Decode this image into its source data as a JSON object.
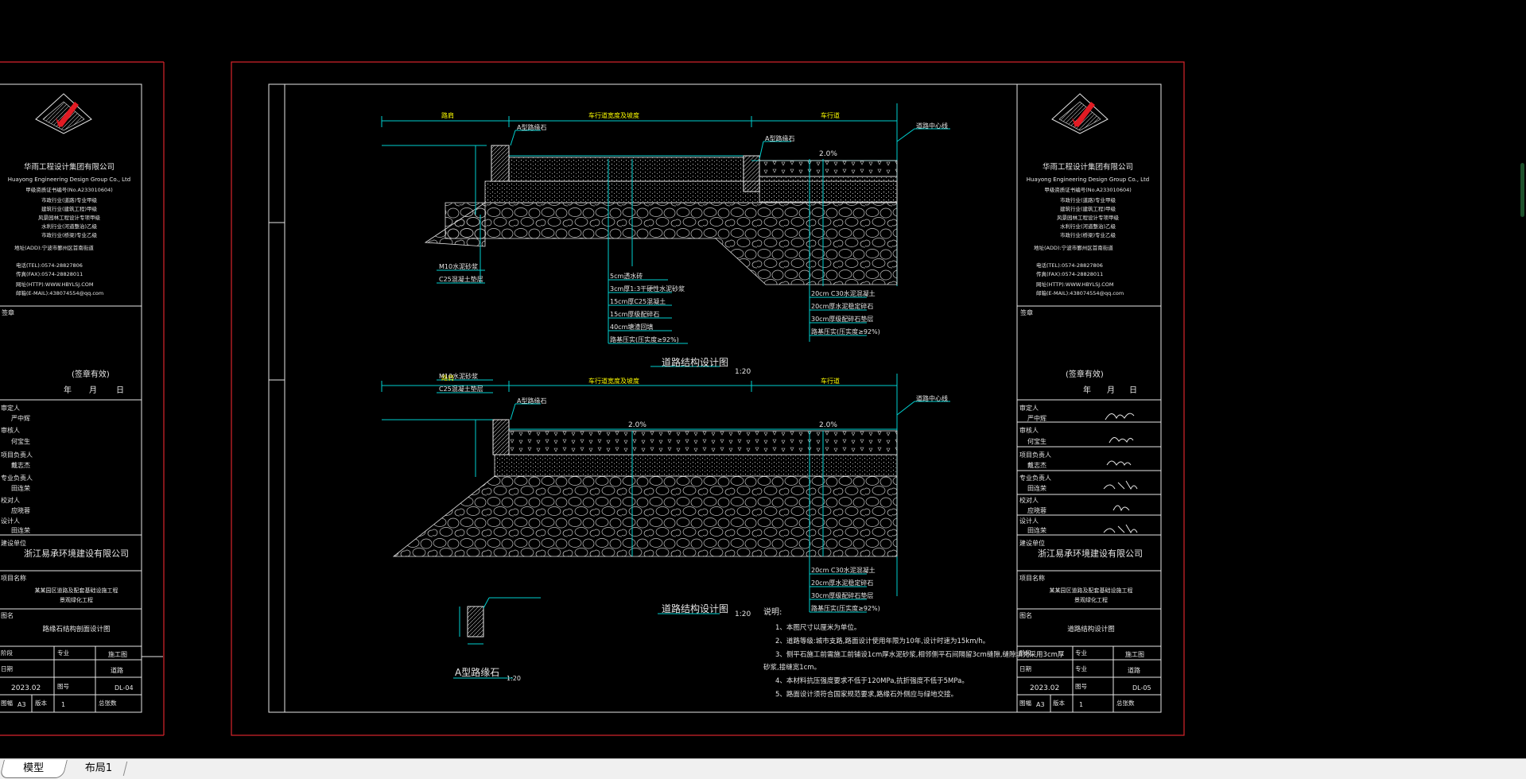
{
  "tabs": [
    {
      "label": "模型",
      "active": true
    },
    {
      "label": "布局1",
      "active": false
    }
  ],
  "drawing": {
    "section_title_1": "道路结构设计图",
    "section_title_2": "道路结构设计图",
    "scale_1": "1:20",
    "scale_2": "1:20",
    "curb_title": "A型路缘石",
    "curb_scale": "1:20",
    "curb_label_a": "A型路缘石",
    "centerline_label": "道路中心线",
    "slope_1": "2.0%",
    "slope_2": "2.0%",
    "slope_3": "2.0%",
    "dim_top_left": "路肩",
    "dim_top_mid": "车行道宽度及坡度",
    "dim_top_right": "车行道",
    "layers_left": [
      "M10水泥砂浆",
      "C25混凝土垫层"
    ],
    "layers_mid": [
      "5cm透水砖",
      "3cm厚1:3干硬性水泥砂浆",
      "15cm厚C25混凝土",
      "15cm厚级配碎石",
      "40cm塘渣回填",
      "路基压实(压实度≥92%)"
    ],
    "layers_right": [
      "20cm C30水泥混凝土",
      "20cm厚水泥稳定碎石",
      "30cm厚级配碎石垫层",
      "路基压实(压实度≥92%)"
    ],
    "notes_title": "说明:",
    "notes": [
      "1、本图尺寸以厘米为单位。",
      "2、道路等级:城市支路,路面设计使用年限为10年,设计时速为15km/h。",
      "3、侧平石施工前需施工前铺设1cm厚水泥砂浆,相邻侧平石间隔留3cm缝隙,缝隙填充采用3cm厚",
      "砂浆,接缝宽1cm。",
      "4、本材料抗压强度要求不低于120MPa,抗折强度不低于5MPa。",
      "5、路面设计须符合国家规范要求,路缘石外侧应与绿地交接。"
    ]
  },
  "title_block": {
    "company_cn": "华雨工程设计集团有限公司",
    "company_en": "Huayong Engineering Design Group Co., Ltd",
    "cert_line": "甲级资质证书编号(No.A233010604)",
    "scope_lines": [
      "市政行业(道路)专业甲级",
      "建筑行业(建筑工程)甲级",
      "风景园林工程设计专项甲级",
      "水利行业(河道整治)乙级",
      "市政行业(桥梁)专业乙级"
    ],
    "address": "地址(ADD):宁波市鄞州区首南街道",
    "tel": "电话(TEL):0574-28827806",
    "fax": "传真(FAX):0574-28828011",
    "web": "网址(HTTP):WWW.HBYLSJ.COM",
    "email": "邮箱(E-MAIL):438074554@qq.com",
    "stamp_label": "签章",
    "stamp_valid": "(签章有效)",
    "date_labels": [
      "年",
      "月",
      "日"
    ],
    "roles": [
      {
        "label": "审定人",
        "name": "严中辉"
      },
      {
        "label": "审核人",
        "name": "何宝生"
      },
      {
        "label": "项目负责人",
        "name": "戴志杰"
      },
      {
        "label": "专业负责人",
        "name": "田连荣"
      },
      {
        "label": "校对人",
        "name": "应晓蓉"
      },
      {
        "label": "设计人",
        "name": "田连荣"
      }
    ],
    "client_label": "建设单位",
    "client": "浙江易承环境建设有限公司",
    "project_label": "项目名称",
    "project_lines": [
      "某某园区道路及配套基础设施工程",
      "景观绿化工程"
    ],
    "drawing_label": "图名",
    "drawing_name_left": "路缘石结构剖面设计图",
    "drawing_name_right": "道路结构设计图",
    "phase_label": "阶段",
    "phase": "施工图",
    "major_label": "专业",
    "major": "道路",
    "date_label": "日期",
    "date": "2023.02",
    "sheet_label": "图号",
    "sheet_left": "DL-04",
    "sheet_right": "DL-05",
    "size_label": "图幅",
    "size": "A3",
    "rev_label": "版本",
    "rev": "1",
    "count_label": "总张数"
  }
}
